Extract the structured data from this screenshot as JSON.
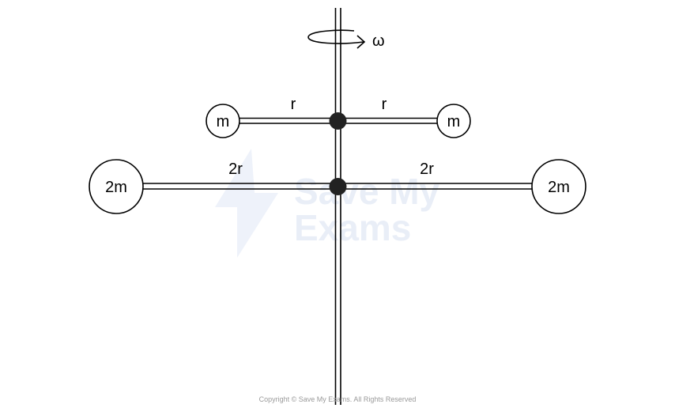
{
  "diagram": {
    "omega_label": "ω",
    "upper_masses": {
      "left": "m",
      "right": "m"
    },
    "upper_distances": {
      "left": "r",
      "right": "r"
    },
    "lower_masses": {
      "left": "2m",
      "right": "2m"
    },
    "lower_distances": {
      "left": "2r",
      "right": "2r"
    }
  },
  "watermark": {
    "line1": "Save My",
    "line2": "Exams"
  },
  "footer": {
    "copyright": "Copyright © Save My Exams. All Rights Reserved"
  },
  "colors": {
    "stroke": "#000000",
    "watermark": "#e9eef7",
    "footer": "#9a9a9a"
  }
}
